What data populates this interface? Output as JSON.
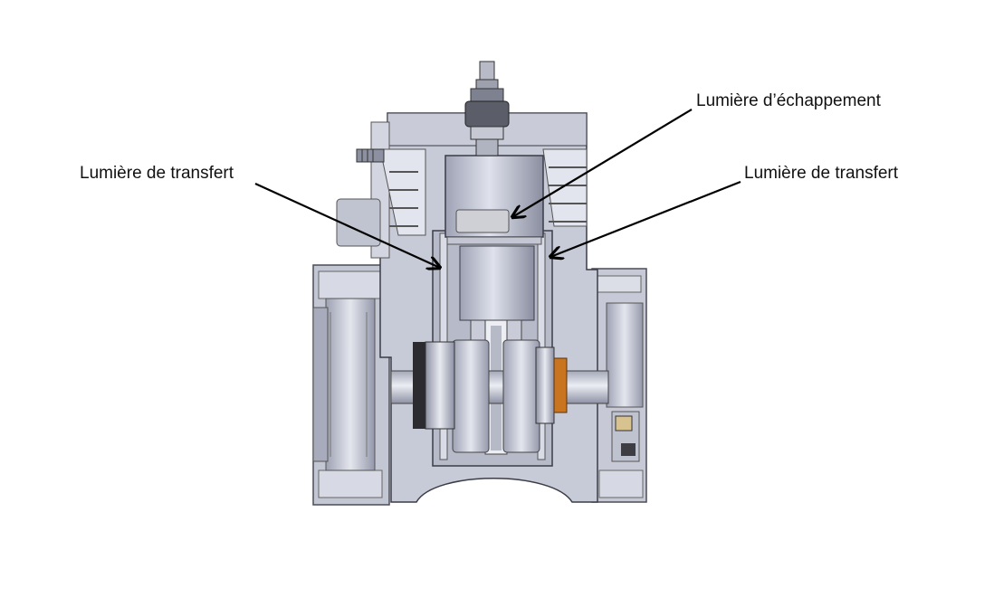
{
  "labels": {
    "exhaust_port": "Lumière d’échappement",
    "transfer_port_left": "Lumière de transfert",
    "transfer_port_right": "Lumière de transfert"
  },
  "colors": {
    "metal_light": "#dde0ea",
    "metal_mid": "#b9bdcc",
    "metal_dark": "#7d8193",
    "edge": "#3a3c46",
    "bearing_dark": "#2b2b30",
    "bushing": "#c9741e",
    "arrow": "#000000"
  },
  "icons": [
    "spark-plug-icon"
  ]
}
